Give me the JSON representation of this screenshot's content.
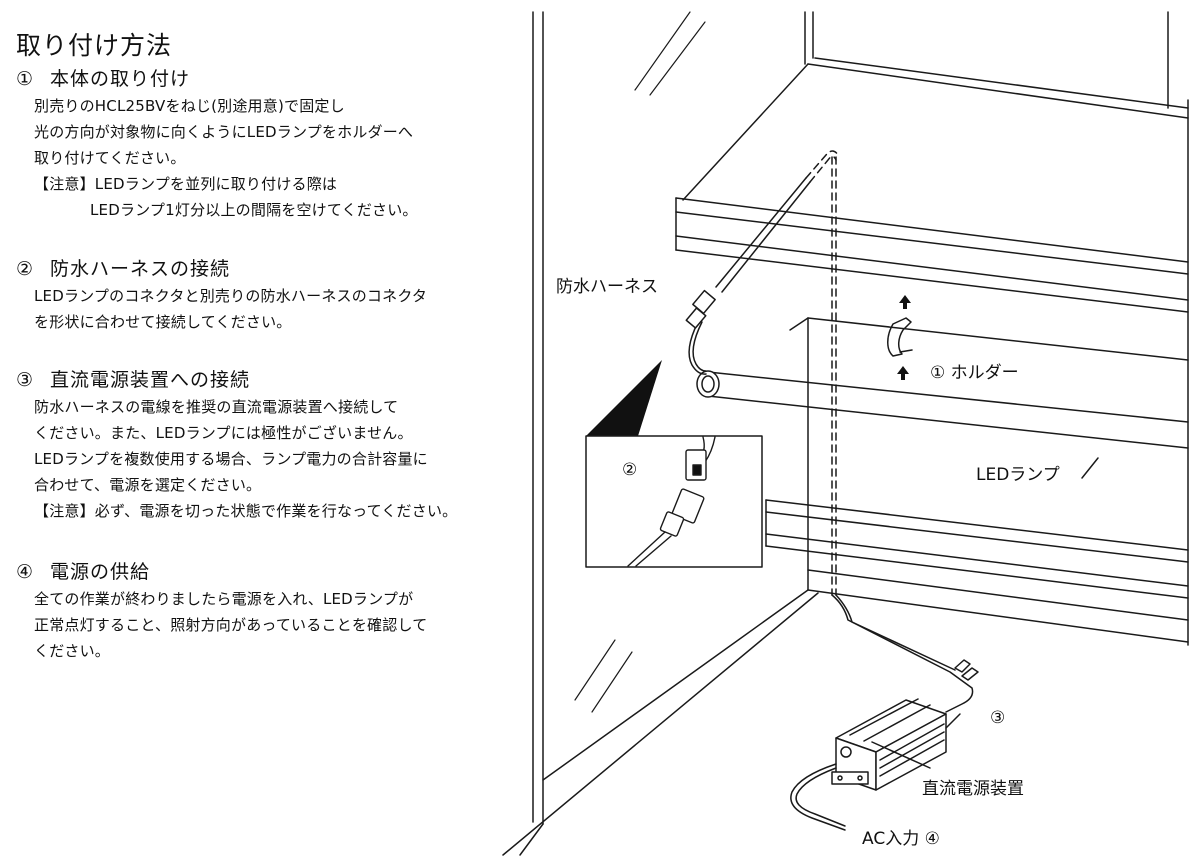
{
  "title": "取り付け方法",
  "sections": [
    {
      "num": "①",
      "heading": "本体の取り付け",
      "lines": [
        "別売りのHCL25BVをねじ(別途用意)で固定し",
        "光の方向が対象物に向くようにLEDランプをホルダーへ",
        "取り付けてください。",
        "【注意】LEDランプを並列に取り付ける際は",
        "LEDランプ1灯分以上の間隔を空けてください。"
      ]
    },
    {
      "num": "②",
      "heading": "防水ハーネスの接続",
      "lines": [
        "LEDランプのコネクタと別売りの防水ハーネスのコネクタ",
        "を形状に合わせて接続してください。"
      ]
    },
    {
      "num": "③",
      "heading": "直流電源装置への接続",
      "lines": [
        "防水ハーネスの電線を推奨の直流電源装置へ接続して",
        "ください。また、LEDランプには極性がございません。",
        "LEDランプを複数使用する場合、ランプ電力の合計容量に",
        "合わせて、電源を選定ください。",
        "【注意】必ず、電源を切った状態で作業を行なってください。"
      ]
    },
    {
      "num": "④",
      "heading": "電源の供給",
      "lines": [
        "全ての作業が終わりましたら電源を入れ、LEDランプが",
        "正常点灯すること、照射方向があっていることを確認して",
        "ください。"
      ]
    }
  ],
  "diagram": {
    "harness_label": "防水ハーネス",
    "holder_label": "① ホルダー",
    "lamp_label": "LEDランプ",
    "inset_num": "②",
    "psu_num": "③",
    "psu_label": "直流電源装置",
    "ac_label": "AC入力 ④"
  }
}
